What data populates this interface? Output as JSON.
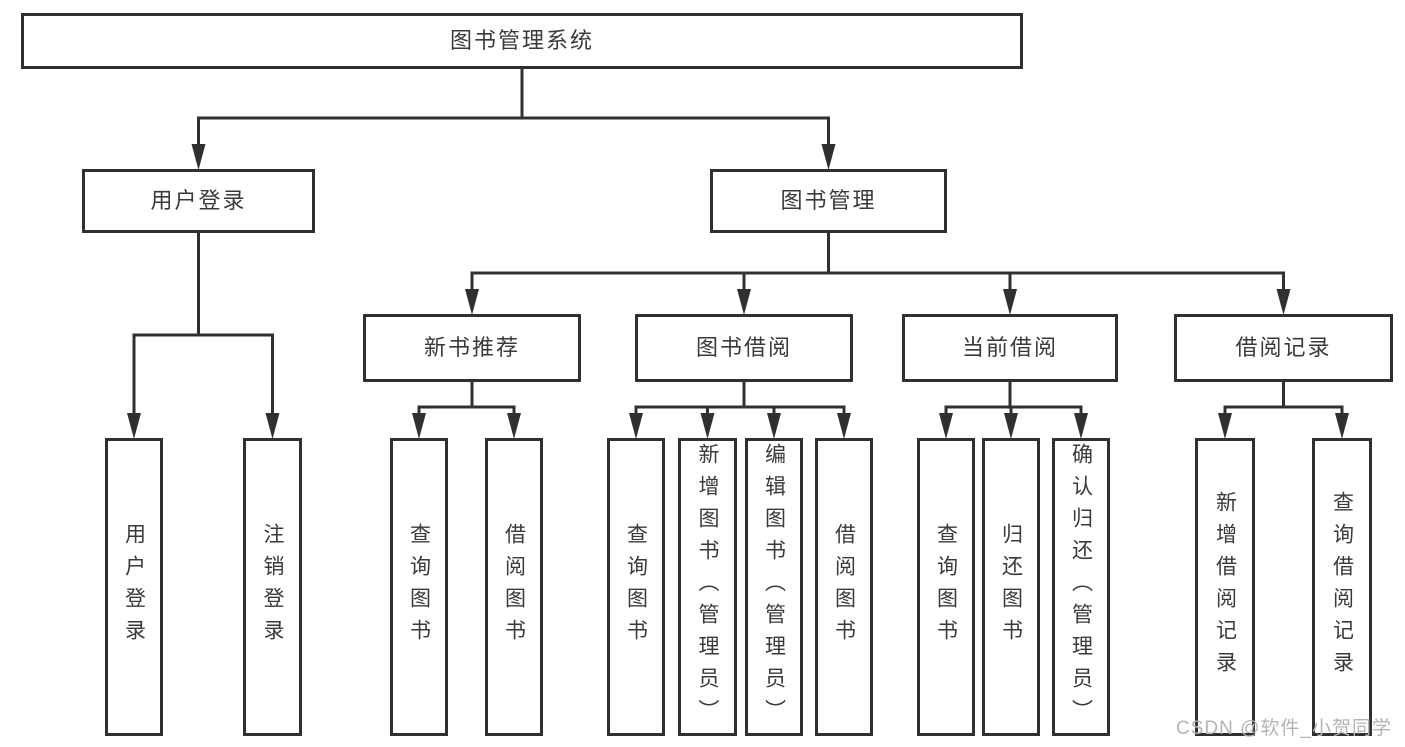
{
  "diagram": {
    "title": "图书管理系统",
    "watermark": "CSDN @软件_小贺同学",
    "colors": {
      "line": "#303030",
      "text": "#3a3a3a",
      "watermark": "#b4b4b4",
      "background": "#ffffff"
    },
    "nodes": [
      {
        "id": "root",
        "label": "图书管理系统"
      },
      {
        "id": "user-login",
        "label": "用户登录"
      },
      {
        "id": "book-mgmt",
        "label": "图书管理"
      },
      {
        "id": "new-book-rec",
        "label": "新书推荐"
      },
      {
        "id": "book-borrow",
        "label": "图书借阅"
      },
      {
        "id": "current-borrow",
        "label": "当前借阅"
      },
      {
        "id": "borrow-records",
        "label": "借阅记录"
      },
      {
        "id": "login",
        "label": "用户登录"
      },
      {
        "id": "logout",
        "label": "注销登录"
      },
      {
        "id": "query-book-1",
        "label": "查询图书"
      },
      {
        "id": "borrow-book-1",
        "label": "借阅图书"
      },
      {
        "id": "query-book-2",
        "label": "查询图书"
      },
      {
        "id": "add-book",
        "label": "新增图书（管理员）"
      },
      {
        "id": "edit-book",
        "label": "编辑图书（管理员）"
      },
      {
        "id": "borrow-book-2",
        "label": "借阅图书"
      },
      {
        "id": "query-book-3",
        "label": "查询图书"
      },
      {
        "id": "return-book",
        "label": "归还图书"
      },
      {
        "id": "confirm-return",
        "label": "确认归还（管理员）"
      },
      {
        "id": "add-borrow-record",
        "label": "新增借阅记录"
      },
      {
        "id": "query-borrow-record",
        "label": "查询借阅记录"
      }
    ],
    "edges": [
      {
        "from": "root",
        "to": [
          "user-login",
          "book-mgmt"
        ]
      },
      {
        "from": "user-login",
        "to": [
          "login",
          "logout"
        ]
      },
      {
        "from": "book-mgmt",
        "to": [
          "new-book-rec",
          "book-borrow",
          "current-borrow",
          "borrow-records"
        ]
      },
      {
        "from": "new-book-rec",
        "to": [
          "query-book-1",
          "borrow-book-1"
        ]
      },
      {
        "from": "book-borrow",
        "to": [
          "query-book-2",
          "add-book",
          "edit-book",
          "borrow-book-2"
        ]
      },
      {
        "from": "current-borrow",
        "to": [
          "query-book-3",
          "return-book",
          "confirm-return"
        ]
      },
      {
        "from": "borrow-records",
        "to": [
          "add-borrow-record",
          "query-borrow-record"
        ]
      }
    ]
  }
}
